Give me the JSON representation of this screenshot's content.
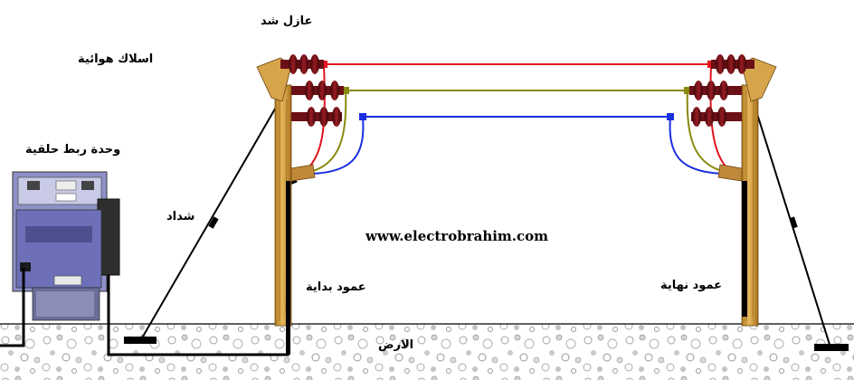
{
  "labels": {
    "strain_insulator": "عازل شد",
    "overhead_wires": "اسلاك هوائية",
    "ring_main_unit": "وحدة ربط حلقية",
    "guy_wire": "شداد",
    "website": "www.electrobrahim.com",
    "start_pole": "عمود بداية",
    "end_pole": "عمود نهاية",
    "ground": "الارض"
  },
  "colors": {
    "phase_red": "#e0141e",
    "phase_olive": "#8a8a10",
    "phase_blue": "#1a2ee0",
    "pole_wood": "#d9a441",
    "insulator": "#7a1018",
    "rmu_body": "#6d70b8",
    "ground_gravel": "#b5b5b5"
  }
}
